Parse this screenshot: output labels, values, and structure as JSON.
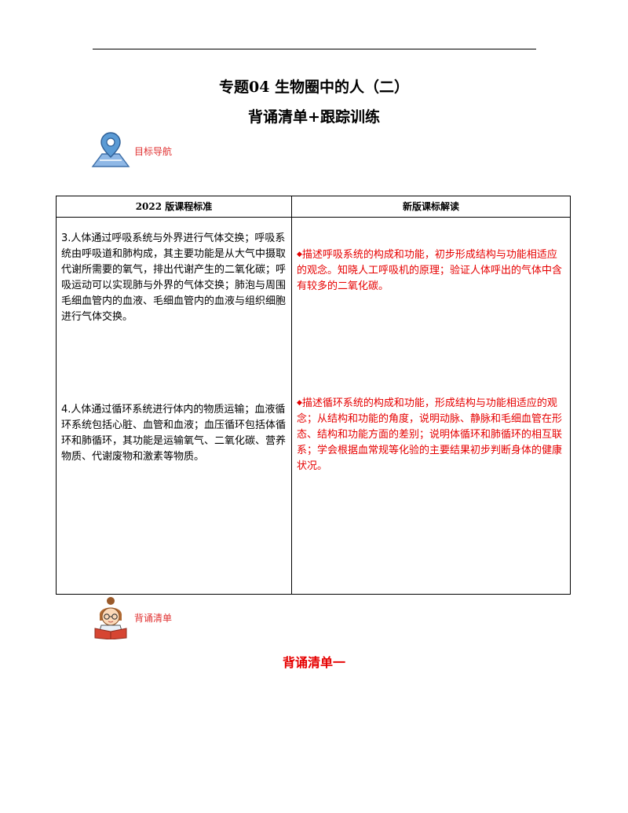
{
  "title_line1": "专题04    生物圈中的人（二）",
  "title_line2": "背诵清单+跟踪训练",
  "nav_label": "目标导航",
  "table": {
    "header_left": "2022 版课程标准",
    "header_right": "新版课标解读",
    "rows": [
      {
        "left": "3.人体通过呼吸系统与外界进行气体交换；呼吸系统由呼吸道和肺构成，其主要功能是从大气中摄取代谢所需要的氧气，排出代谢产生的二氧化碳；呼吸运动可以实现肺与外界的气体交换；肺泡与周围毛细血管内的血液、毛细血管内的血液与组织细胞进行气体交换。",
        "right_bullet": "◆",
        "right": "描述呼吸系统的构成和功能，初步形成结构与功能相适应的观念。知晓人工呼吸机的原理；验证人体呼出的气体中含有较多的二氧化碳。"
      },
      {
        "left": "4.人体通过循环系统进行体内的物质运输；血液循环系统包括心脏、血管和血液；血压循环包括体循环和肺循环，其功能是运输氧气、二氧化碳、营养物质、代谢废物和激素等物质。",
        "right_bullet": "◆",
        "right": "描述循环系统的构成和功能，形成结构与功能相适应的观念；从结构和功能的角度，说明动脉、静脉和毛细血管在形态、结构和功能方面的差别；说明体循环和肺循环的相互联系；学会根据血常规等化验的主要结果初步判断身体的健康状况。"
      }
    ]
  },
  "recite_label": "背诵清单",
  "recite_title": "背诵清单一",
  "icons": {
    "nav": "map-pin-icon",
    "recite": "reading-girl-icon"
  },
  "colors": {
    "accent_red": "#e60000",
    "label_red": "#e03030",
    "icon_blue": "#5b9bd5"
  }
}
